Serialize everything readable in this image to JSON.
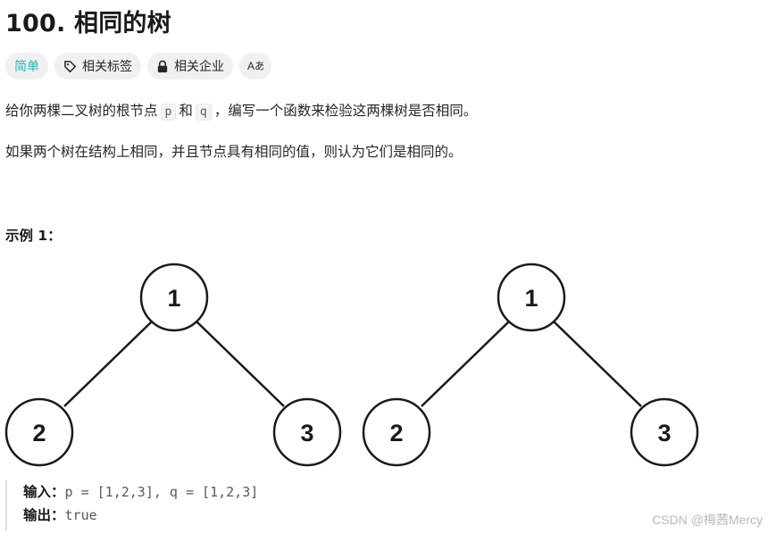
{
  "problem": {
    "title": "100. 相同的树",
    "tags": {
      "difficulty": "简单",
      "topics": "相关标签",
      "companies": "相关企业",
      "translate_icon_text": "Aあ"
    },
    "description": {
      "p1_before": "给你两棵二叉树的根节点",
      "p1_var_p": "p",
      "p1_and": "和",
      "p1_var_q": "q",
      "p1_after": "，编写一个函数来检验这两棵树是否相同。",
      "p2": "如果两个树在结构上相同，并且节点具有相同的值，则认为它们是相同的。"
    },
    "example": {
      "title": "示例 1：",
      "tree_p": [
        "1",
        "2",
        "3"
      ],
      "tree_q": [
        "1",
        "2",
        "3"
      ],
      "input_label": "输入：",
      "input_value": "p = [1,2,3], q = [1,2,3]",
      "output_label": "输出：",
      "output_value": "true"
    }
  },
  "watermark": "CSDN @梅茜Mercy",
  "icons": {
    "topics": "tag-icon",
    "companies": "lock-icon",
    "translate": "translate-icon"
  },
  "colors": {
    "easy": "#1cb8b8",
    "tag_bg": "#f0f0f0",
    "text": "#262626"
  }
}
